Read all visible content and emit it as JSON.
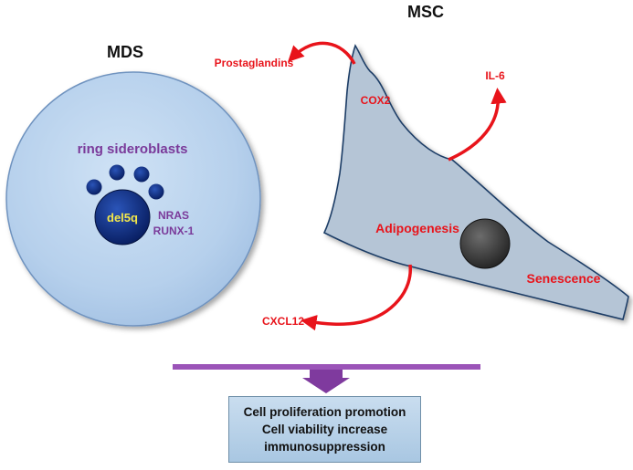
{
  "mds": {
    "title": "MDS",
    "cell_label": "ring sideroblasts",
    "nucleus_label": "del5q",
    "mutations": [
      "NRAS",
      "RUNX-1"
    ]
  },
  "msc": {
    "title": "MSC",
    "labels": {
      "prostaglandins": "Prostaglandins",
      "cox2": "COX2",
      "il6": "IL-6",
      "adipogenesis": "Adipogenesis",
      "senescence": "Senescence",
      "cxcl12": "CXCL12"
    }
  },
  "outcome": {
    "lines": [
      "Cell proliferation promotion",
      "Cell viability increase",
      "immunosuppression"
    ]
  },
  "colors": {
    "mds_cell_fill": "#b9d3ee",
    "msc_cell_fill": "#b5c5d6",
    "arrow_red": "#e8141b",
    "label_purple": "#7a3a9a",
    "nucleus_navy": "#0b2a7a",
    "nucleus_text_yellow": "#f4e84a",
    "bracket_purple": "#9b54b8",
    "outcome_fill": "#b8d2ea"
  }
}
